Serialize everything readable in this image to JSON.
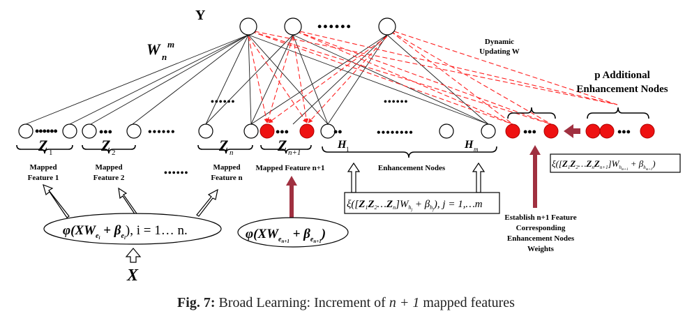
{
  "output_label": "Y",
  "weight_label": {
    "base": "W",
    "sub": "n",
    "sup": "m"
  },
  "dynamic_label": [
    "Dynamic",
    "Updating W"
  ],
  "additional_label": [
    "p Additional",
    "Enhancement Nodes"
  ],
  "dots": "••••••",
  "ellipsis": "••••••",
  "z_labels": [
    {
      "base": "Z",
      "sub": "1"
    },
    {
      "base": "Z",
      "sub": "2"
    },
    {
      "base": "Z",
      "sub": "n"
    },
    {
      "base": "Z",
      "sub": "n+1"
    }
  ],
  "h_labels": [
    {
      "base": "H",
      "sub": "1"
    },
    {
      "base": "H",
      "sub": "m"
    }
  ],
  "mapped_labels": [
    [
      "Mapped",
      "Feature 1"
    ],
    [
      "Mapped",
      "Feature 2"
    ],
    [
      "Mapped",
      "Feature n"
    ]
  ],
  "mapped_n1_label": "Mapped Feature n+1",
  "enhancement_label": "Enhancement Nodes",
  "enh_formula": {
    "pre": "ξ([",
    "Z1": "Z",
    "s1": "1",
    "Z2": "Z",
    "s2": "2",
    "mid": "…",
    "Zn": "Z",
    "sn": "n",
    "post1": "]W",
    "wsub": "h",
    "wsubsub": "j",
    "plus": " + β",
    "bsub": "h",
    "bsubsub": "j",
    "post2": "), j = 1,…m"
  },
  "add_formula": {
    "pre": "ξ([",
    "Z1": "Z",
    "s1": "1",
    "Z2": "Z",
    "s2": "2",
    "mid": "…",
    "Zn": "Z",
    "sn": "n",
    "Zn1": "Z",
    "sn1": "n+1",
    "post1": "]W",
    "wsub": "h",
    "wsubsub": "m+1",
    "plus": " + β",
    "bsub": "h",
    "bsubsub": "m+1",
    "post2": ")"
  },
  "phi_formula": {
    "pre": "φ(XW",
    "wsub": "e",
    "wsubsub": "i",
    "plus": " + β",
    "bsub": "e",
    "bsubsub": "i",
    "post": "), i = 1… n."
  },
  "phi_n1_formula": {
    "pre": "φ(XW",
    "wsub": "e",
    "wsubsub": "n+1",
    "plus": " + β",
    "bsub": "e",
    "bsubsub": "n+1",
    "post": ")"
  },
  "input_label": "X",
  "establish_label": [
    "Establish n+1 Feature",
    "Corresponding",
    "Enhancement Nodes",
    "Weights"
  ],
  "caption": {
    "prefix": "Fig. 7:",
    "text": " Broad Learning: Increment of ",
    "math": "n + 1",
    "suffix": " mapped features"
  },
  "colors": {
    "new_node": "#ee1111",
    "dashed": "#ff2020",
    "red_arrow": "#a03040"
  }
}
